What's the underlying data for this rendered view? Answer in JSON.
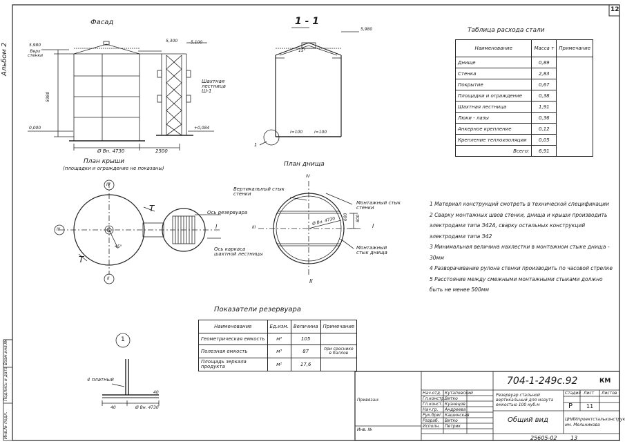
{
  "sheet": {
    "number": "12",
    "album": "Альбом 2",
    "left_stamps": [
      "Инв.№ подл.",
      "Подпись и дата",
      "Взам.инв.№"
    ]
  },
  "facade": {
    "title": "Фасад",
    "elev_top": "5,980",
    "label_top": "Верх стенки",
    "elev_base": "0,000",
    "height_dim": "5980",
    "stair_elev1": "5,300",
    "stair_elev2": "5,100",
    "stair_label": "Шахтная лестница Ш-1",
    "foot_elev": "+0,084",
    "dia_dim": "Ø Вн. 4730",
    "stair_dim": "2500"
  },
  "section": {
    "title": "1 - 1",
    "elev": "5,980",
    "angle": "15°",
    "slope_left": "i=100",
    "slope_right": "i=100",
    "callout": "1"
  },
  "roof_plan": {
    "title": "План крыши",
    "subtitle": "(площадки и ограждение не показаны)",
    "axis_top": "IV",
    "axis_left": "III",
    "axis_right": "I",
    "axis_bottom": "II",
    "angle": "45°",
    "label_t1": "T",
    "label_t2": "T",
    "label_axis_tank": "Ось резервуара",
    "label_axis_stair": "Ось каркаса шахтной лестницы"
  },
  "bottom_plan": {
    "title": "План днища",
    "label_vertical_joint": "Вертикальный стык стенки",
    "label_mount_joint_wall": "Монтажный стык стенки",
    "label_mount_joint_bottom": "Монтажный стык днища",
    "axis_top": "IV",
    "axis_left": "III",
    "axis_right": "I",
    "axis_bottom": "II",
    "dia_dim": "Ø Вн. 4730",
    "dim_side": "600",
    "dim_side2": "800"
  },
  "steel_table": {
    "title": "Таблица расхода стали",
    "headers": [
      "Наименование",
      "Масса т",
      "Примечание"
    ],
    "rows": [
      [
        "Днище",
        "0,89",
        ""
      ],
      [
        "Стенка",
        "2,83",
        ""
      ],
      [
        "Покрытие",
        "0,67",
        ""
      ],
      [
        "Площадки и ограждение",
        "0,38",
        ""
      ],
      [
        "Шахтная лестница",
        "1,91",
        ""
      ],
      [
        "Люки - лазы",
        "0,36",
        ""
      ],
      [
        "Анкерное крепление",
        "0,12",
        ""
      ],
      [
        "Крепление теплоизоляции",
        "0,05",
        ""
      ],
      [
        "Всего:",
        "6,91",
        ""
      ]
    ]
  },
  "notes": [
    "1  Материал конструкций смотреть в технической спецификации",
    "2  Сварку монтажных швов стенки, днища и крыши производить электродами типа Э42А, сварку остальных конструкций электродами типа Э42",
    "3  Минимальная величина нахлестки в монтажном стыке днища - 30мм",
    "4  Разворачивание рулона стенки производить по часовой стрелке",
    "5  Расстояние между смежными монтажными стыками должно быть не менее 500мм"
  ],
  "indicators_table": {
    "title": "Показатели резервуара",
    "headers": [
      "Наименование",
      "Ед.изм.",
      "Величина",
      "Примечание"
    ],
    "rows": [
      [
        "Геометрическая емкость",
        "м³",
        "105",
        ""
      ],
      [
        "Полезная емкость",
        "м³",
        "87",
        "при сроснике в баллов"
      ],
      [
        "Площадь зеркала продукта",
        "м²",
        "17,6",
        ""
      ]
    ]
  },
  "detail": {
    "callout": "1",
    "label_plate": "4 платный",
    "dim_left": "40",
    "dim_dia": "Ø Вн. 4730",
    "dim_right": "40"
  },
  "title_block": {
    "doc_code": "704-1-249с.92",
    "doc_type": "КМ",
    "description": "Резервуар стальной вертикальный для мазута емкостью 100 куб.м",
    "drawing_name": "Общий вид",
    "stage_header": "Стадия",
    "sheet_header": "Лист",
    "sheets_header": "Листов",
    "stage": "Р",
    "sheet": "11",
    "organization": "ЦНИИпроектстальконструкция им. Мельникова",
    "privyazan": "Привязан:",
    "inv": "Инв. №",
    "personnel": [
      [
        "Нач.отд.",
        "Кутаповский"
      ],
      [
        "Гл.констр.",
        "Витко"
      ],
      [
        "Гл.конст.",
        "Кузнецов"
      ],
      [
        "Нач.гр.",
        "Андреева"
      ],
      [
        "Рук.бриг.",
        "Кашинская"
      ],
      [
        "Разраб.",
        "Витко"
      ],
      [
        "Исполн.",
        "Петрик"
      ]
    ],
    "archive": "25605-02",
    "format": "13"
  }
}
